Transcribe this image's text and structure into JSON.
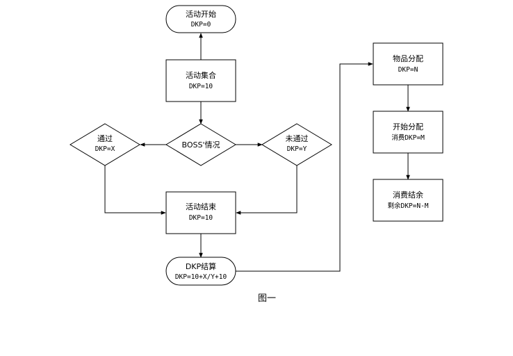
{
  "diagram": {
    "caption": "图一",
    "nodes": {
      "start": {
        "title": "活动开始",
        "sub": "DKP=0"
      },
      "gather": {
        "title": "活动集合",
        "sub": "DKP=10"
      },
      "boss": {
        "title": "BOSS'情况",
        "sub": ""
      },
      "pass": {
        "title": "通过",
        "sub": "DKP=X"
      },
      "fail": {
        "title": "未通过",
        "sub": "DKP=Y"
      },
      "end": {
        "title": "活动结束",
        "sub": "DKP=10"
      },
      "settle": {
        "title": "DKP结算",
        "sub": "DKP=10+X/Y+10"
      },
      "alloc": {
        "title": "物品分配",
        "sub": "DKP=N"
      },
      "begin_alloc": {
        "title": "开始分配",
        "sub": "消费DKP=M"
      },
      "remain": {
        "title": "消费结余",
        "sub": "剩余DKP=N-M"
      }
    },
    "edges": [
      [
        "gather",
        "start"
      ],
      [
        "gather",
        "boss"
      ],
      [
        "boss",
        "pass"
      ],
      [
        "boss",
        "fail"
      ],
      [
        "pass",
        "end"
      ],
      [
        "fail",
        "end"
      ],
      [
        "end",
        "settle"
      ],
      [
        "settle",
        "alloc"
      ],
      [
        "alloc",
        "begin_alloc"
      ],
      [
        "begin_alloc",
        "remain"
      ]
    ]
  }
}
